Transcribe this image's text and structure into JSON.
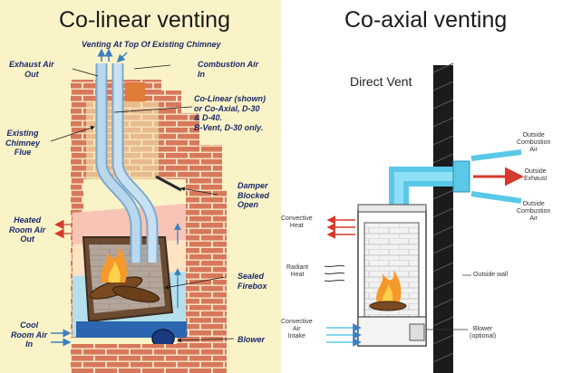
{
  "left": {
    "title": "Co-linear venting",
    "labels": {
      "top_caption": "Venting At Top Of Existing Chimney",
      "exhaust_air": "Exhaust Air\nOut",
      "combustion_air": "Combustion Air\nIn",
      "vent_types": "Co-Linear (shown)\nor Co-Axial, D-30\n& D-40.\nB-Vent, D-30 only.",
      "existing_flue": "Existing\nChimney\nFlue",
      "damper": "Damper\nBlocked\nOpen",
      "heated_air": "Heated\nRoom Air\nOut",
      "sealed_firebox": "Sealed\nFirebox",
      "cool_air": "Cool\nRoom Air\nIn",
      "blower": "Blower"
    }
  },
  "right": {
    "title": "Co-axial venting",
    "subtitle": "Direct Vent",
    "labels": {
      "outside_combustion_1": "Outside\nCombustion\nAir",
      "outside_exhaust": "Outside\nExhaust",
      "outside_combustion_2": "Outside\nCombustion\nAir",
      "convective_heat": "Convective\nHeat",
      "radiant_heat": "Radiant\nHeat",
      "outside_wall": "Outside wall",
      "convective_intake": "Convective\nAir\nIntake",
      "blower": "Blower\n(optional)"
    }
  },
  "colors": {
    "brick": "#d8785a",
    "mortar": "#f4dfc2",
    "pipe": "#a9cde6",
    "air_blue": "#5bc8e8",
    "heat_red": "#e04a3a",
    "label_blue": "#1a2a6a",
    "wall_black": "#1b1b1b"
  }
}
